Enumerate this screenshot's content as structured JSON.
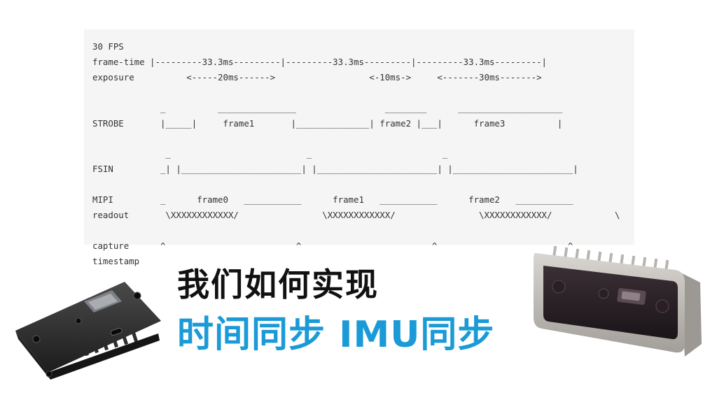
{
  "timing_diagram": {
    "lines": [
      "30 FPS",
      "frame-time |---------33.3ms---------|---------33.3ms---------|---------33.3ms---------|",
      "exposure          <-----20ms------>                  <-10ms->     <-------30ms------->",
      "",
      "             _          _______________                 ________      ____________________",
      "STROBE       |_____|     frame1       |______________| frame2 |___|      frame3          |",
      "",
      "              _                          _                         _",
      "FSIN         _| |_______________________| |_______________________| |_______________________|",
      "",
      "MIPI         _      frame0   ___________      frame1   ___________      frame2   ___________",
      "readout       \\XXXXXXXXXXXX/                \\XXXXXXXXXXXX/                \\XXXXXXXXXXXX/            \\",
      "",
      "capture      ^                         ^                         ^                         ^",
      "timestamp"
    ]
  },
  "headline": "我们如何实现",
  "subheadline": "时间同步 IMU同步",
  "images": {
    "left": "small-black-depth-camera",
    "right": "silver-stereo-depth-camera"
  },
  "colors": {
    "code_background": "#f5f5f5",
    "code_text": "#333333",
    "headline": "#111111",
    "subheadline": "#1a9ad6"
  }
}
